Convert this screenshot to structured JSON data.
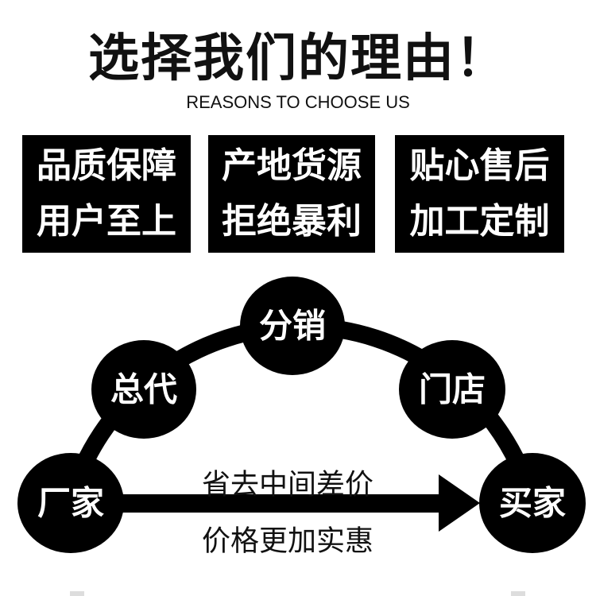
{
  "title": "选择我们的理由！",
  "subtitle": "REASONS TO CHOOSE US",
  "boxes": [
    {
      "line1": "品质保障",
      "line2": "用户至上"
    },
    {
      "line1": "产地货源",
      "line2": "拒绝暴利"
    },
    {
      "line1": "贴心售后",
      "line2": "加工定制"
    }
  ],
  "nodes": {
    "factory": "厂家",
    "general_agent": "总代",
    "distribution": "分销",
    "store": "门店",
    "buyer": "买家"
  },
  "arrow": {
    "top_text": "省去中间差价",
    "bottom_text": "价格更加实惠"
  }
}
